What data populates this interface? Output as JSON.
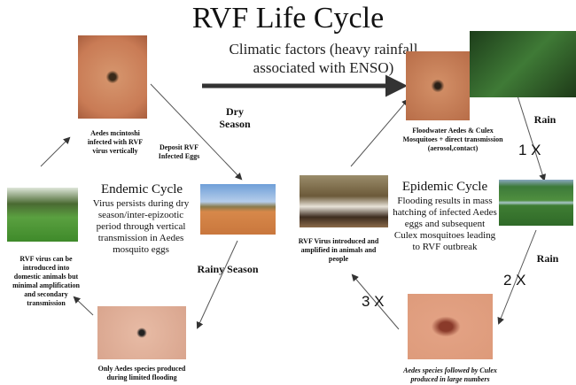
{
  "title": "RVF Life Cycle",
  "climatic": "Climatic factors (heavy rainfall associated with ENSO)",
  "endemic": {
    "title": "Endemic Cycle",
    "text": "Virus persists during dry season/inter-epizootic period through vertical transmission in Aedes mosquito eggs",
    "mosquito_caption": "Aedes mcintoshi infected with RVF virus vertically",
    "deposit": "Deposit RVF Infected Eggs",
    "dry_season": "Dry Season",
    "rainy_season": "Rainy Season",
    "only_aedes": "Only Aedes species produced during limited flooding",
    "domestic": "RVF virus can be introduced into domestic animals but minimal amplification and secondary transmission"
  },
  "epidemic": {
    "title": "Epidemic Cycle",
    "text": "Flooding results in mass hatching of infected Aedes eggs and subsequent Culex mosquitoes leading to RVF outbreak",
    "floodwater": "Floodwater Aedes & Culex Mosquitoes + direct transmission (aerosol,contact)",
    "rain1": "Rain",
    "rain2": "Rain",
    "x1": "1 X",
    "x2": "2 X",
    "x3": "3 X",
    "aedes_culex": "Aedes species followed by Culex produced in large numbers",
    "introduced": "RVF Virus introduced and amplified in animals and people"
  }
}
